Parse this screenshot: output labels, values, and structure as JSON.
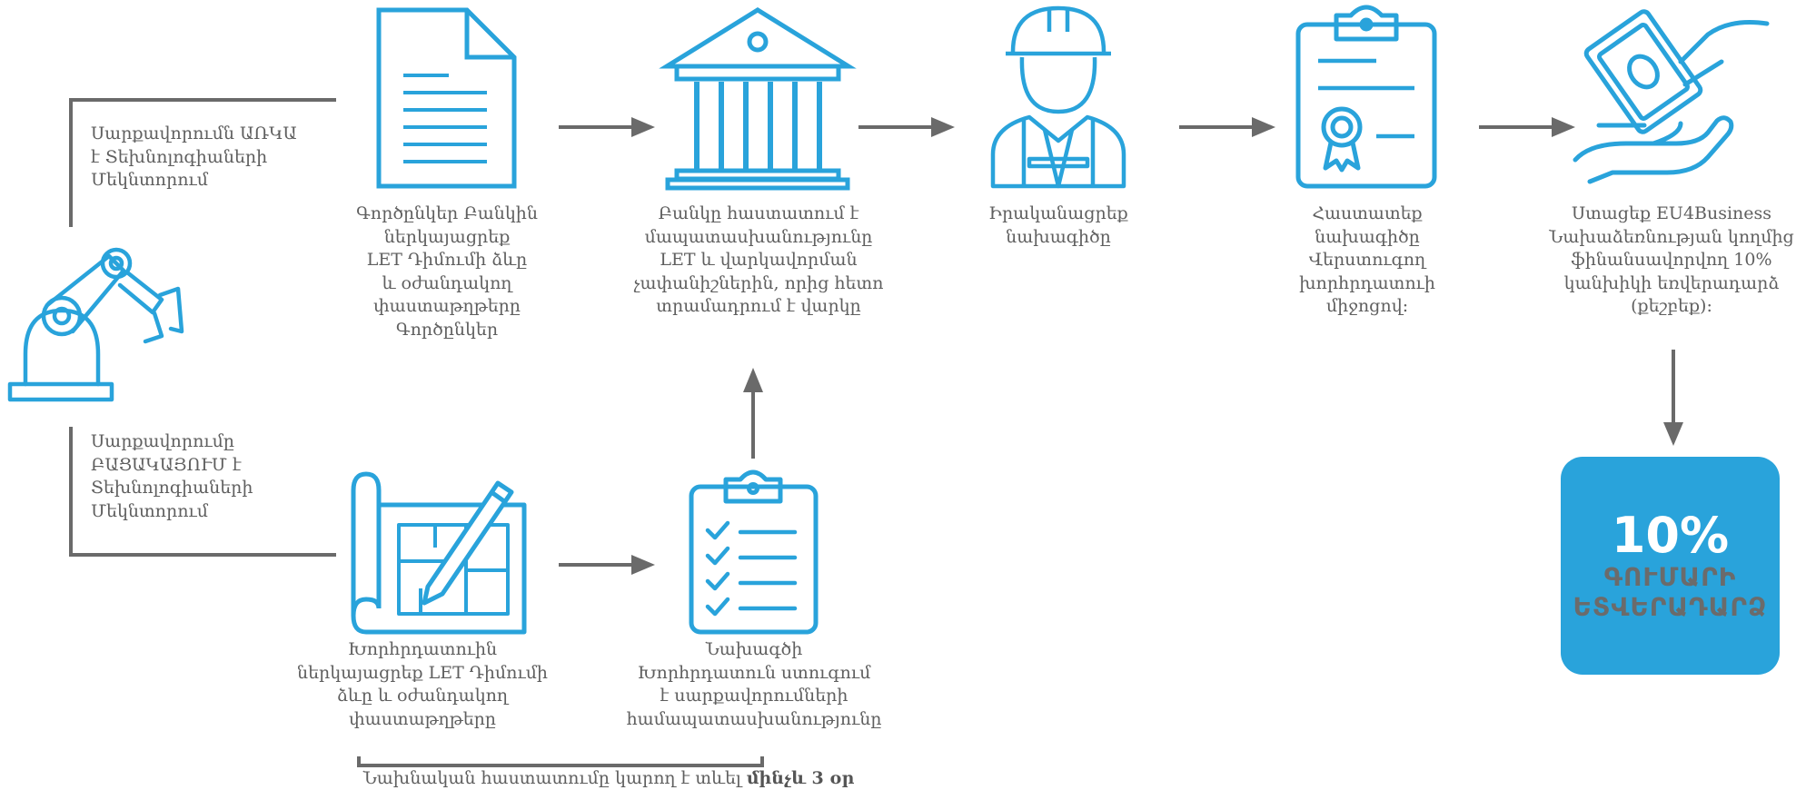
{
  "colors": {
    "icon_blue": "#29a3db",
    "arrow_gray": "#6a6a6a",
    "text_gray": "#5f5f5f",
    "badge_bg": "#29a3db"
  },
  "left": {
    "top_label": "Սարքավորումն ԱՌԿԱ\nէ Տեխնոլոգիաների\nՄեկնտորում",
    "bottom_label": "Սարքավորումը\nԲԱՑԱԿԱՅՈՒՄ է\nՏեխնոլոգիաների\nՄեկնտորում"
  },
  "steps": {
    "submit_bank": "Գործընկեր Բանկին\nներկայացրեք\nLET Դիմումի ձևը\nև օժանդակող\nփաստաթղթերը\nԳործընկեր",
    "bank_confirms": "Բանկը հաստատում է\nմապատասխանությունը\nLET և վարկավորման\nչափանիշներին, որից հետո\nտրամադրում է վարկը",
    "implement": "Իրականացրեք\nնախագիծը",
    "verify": "Հաստատեք\nնախագիծը\nՎերստուգող\nխորհրդատուի\nմիջոցով:",
    "receive": "Ստացեք EU4Business\nՆախաձեռնության կողմից\nֆինանսավորվող 10%\nկանխիկի եռվերադարձ\n(քեշբեք):",
    "submit_consultant": "Խորհրդատուին\nներկայացրեք LET Դիմումի\nձևը և օժանդակող\nփաստաթղթերը",
    "consultant_check": "Նախագծի\nԽորհրդատուն ստուգում\nէ  սարքավորումների\nհամապատասխանությունը"
  },
  "badge": {
    "percent": "10%",
    "line1": "ԳՈՒՄԱՐԻ",
    "line2": "ԵՏՎԵՐԱԴԱՐՁ"
  },
  "footer": {
    "prefix": "Նախնական հաստատումը կարող է տևել ",
    "bold": "մինչև 3 օր"
  }
}
